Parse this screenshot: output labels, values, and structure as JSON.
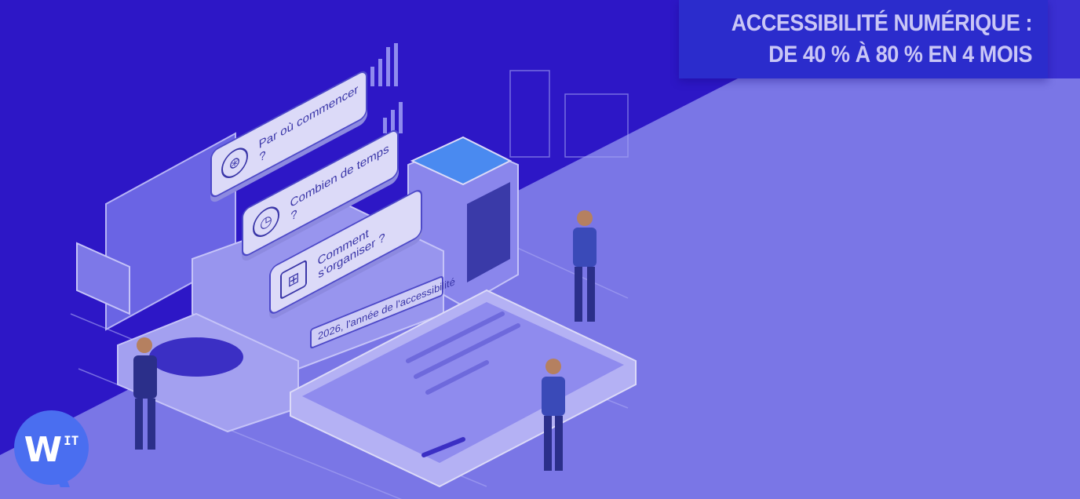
{
  "header": {
    "title_line1": "ACCESSIBILITÉ NUMÉRIQUE :",
    "title_line2": "DE 40 % À 80 % EN 4 MOIS"
  },
  "illustration": {
    "cards": [
      {
        "label": "Par où commencer ?",
        "icon": "compass-icon"
      },
      {
        "label": "Combien de temps ?",
        "icon": "stopwatch-icon"
      },
      {
        "label": "Comment s'organiser ?",
        "icon": "org-chart-icon"
      }
    ],
    "banner": "2026, l'année de l'accessibilité"
  },
  "logo": {
    "main": "W",
    "superscript": "IT"
  },
  "colors": {
    "dark_bg": "#2a14c8",
    "light_bg": "#7a76e6",
    "title_box": "#2b2ccc",
    "logo": "#4a6ef0"
  }
}
